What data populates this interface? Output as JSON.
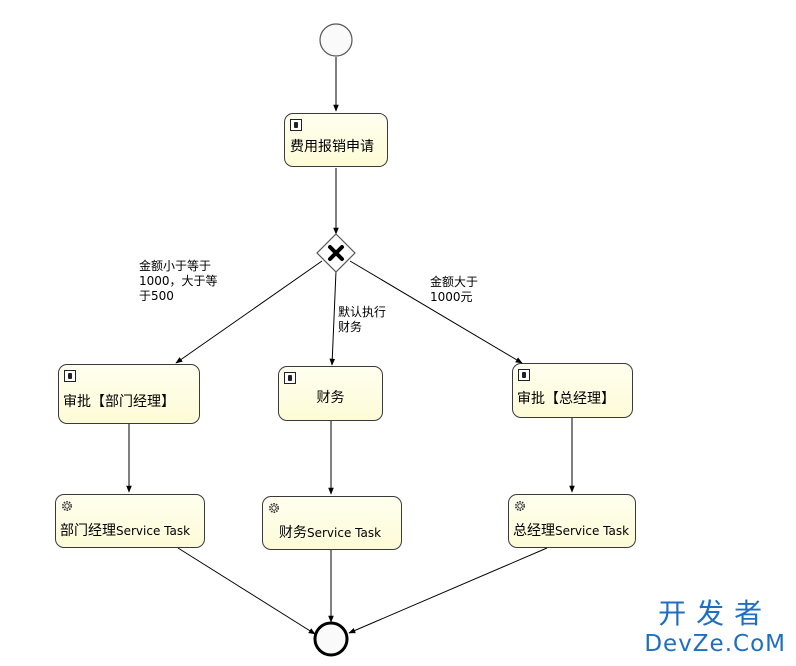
{
  "tasks": {
    "apply": "费用报销申请",
    "dept_manager": "审批【部门经理】",
    "finance": "财务",
    "general_manager": "审批【总经理】",
    "svc_dept": "部门经理",
    "svc_finance": "财务",
    "svc_general": "总经理",
    "svc_suffix": "Service Task"
  },
  "flows": {
    "left_condition": "金额小于等于\n1000，大于等\n于500",
    "middle_condition": "默认执行\n财务",
    "right_condition": "金额大于\n1000元"
  },
  "watermark": {
    "top": "开发者",
    "bottom": "DevZe.CoM"
  },
  "colors": {
    "task_fill": "#fdfbd6",
    "watermark": "#1e6fc4"
  }
}
